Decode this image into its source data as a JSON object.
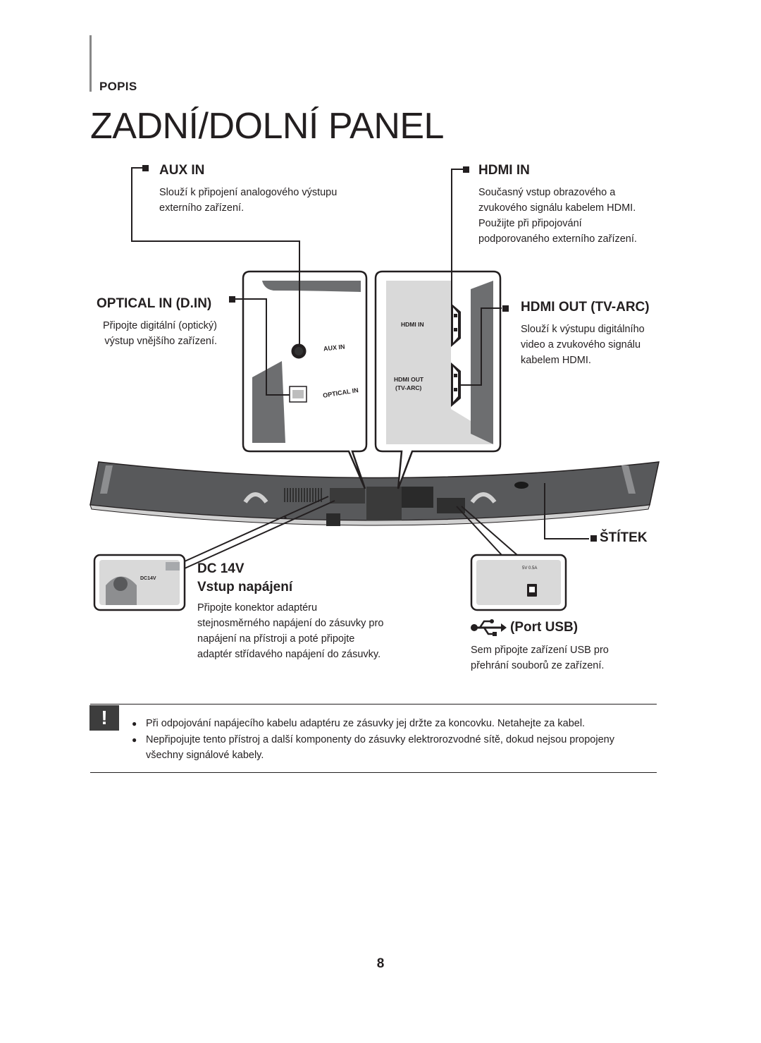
{
  "header": {
    "section": "POPIS",
    "title": "ZADNÍ/DOLNÍ PANEL"
  },
  "labels": {
    "aux_in": {
      "title": "AUX IN",
      "desc_line1": "Slouží k připojení analogového výstupu",
      "desc_line2": "externího zařízení."
    },
    "hdmi_in": {
      "title": "HDMI IN",
      "desc_line1": "Současný vstup obrazového a",
      "desc_line2": "zvukového signálu kabelem HDMI.",
      "desc_line3": "Použijte při připojování",
      "desc_line4": "podporovaného externího zařízení."
    },
    "optical_in": {
      "title": "OPTICAL IN (D.IN)",
      "desc_line1": "Připojte digitální (optický)",
      "desc_line2": "výstup vnějšího zařízení."
    },
    "hdmi_out": {
      "title": "HDMI OUT (TV-ARC)",
      "desc_line1": "Slouží k výstupu digitálního",
      "desc_line2": "video a zvukového signálu",
      "desc_line3": "kabelem HDMI."
    },
    "stitek": {
      "title": "ŠTÍTEK"
    },
    "dc": {
      "title_line1": "DC 14V",
      "title_line2": "Vstup napájení",
      "desc_line1": "Připojte konektor adaptéru",
      "desc_line2": "stejnosměrného napájení do zásuvky pro",
      "desc_line3": "napájení na přístroji a poté připojte",
      "desc_line4": "adaptér střídavého napájení do zásuvky."
    },
    "usb": {
      "title": "(Port USB)",
      "desc_line1": "Sem připojte zařízení USB pro",
      "desc_line2": "přehrání souborů ze zařízení."
    }
  },
  "device_text": {
    "aux_in": "AUX IN",
    "optical_in": "OPTICAL IN",
    "hdmi_in": "HDMI IN",
    "hdmi_out_1": "HDMI OUT",
    "hdmi_out_2": "(TV-ARC)",
    "dc14v": "DC14V",
    "usb_rating": "5V 0.5A"
  },
  "notes": {
    "icon": "!",
    "items": [
      "Při odpojování napájecího kabelu adaptéru ze zásuvky jej držte za koncovku. Netahejte za kabel.",
      "Nepřipojujte tento přístroj a další komponenty do zásuvky elektrorozvodné sítě, dokud nejsou propojeny všechny signálové kabely."
    ]
  },
  "page_number": "8",
  "colors": {
    "text": "#231f20",
    "panel_light": "#d9d9d9",
    "panel_dark": "#6d6e70",
    "bar_dark": "#58595b"
  },
  "icons": [
    "usb-icon",
    "warning-icon"
  ]
}
